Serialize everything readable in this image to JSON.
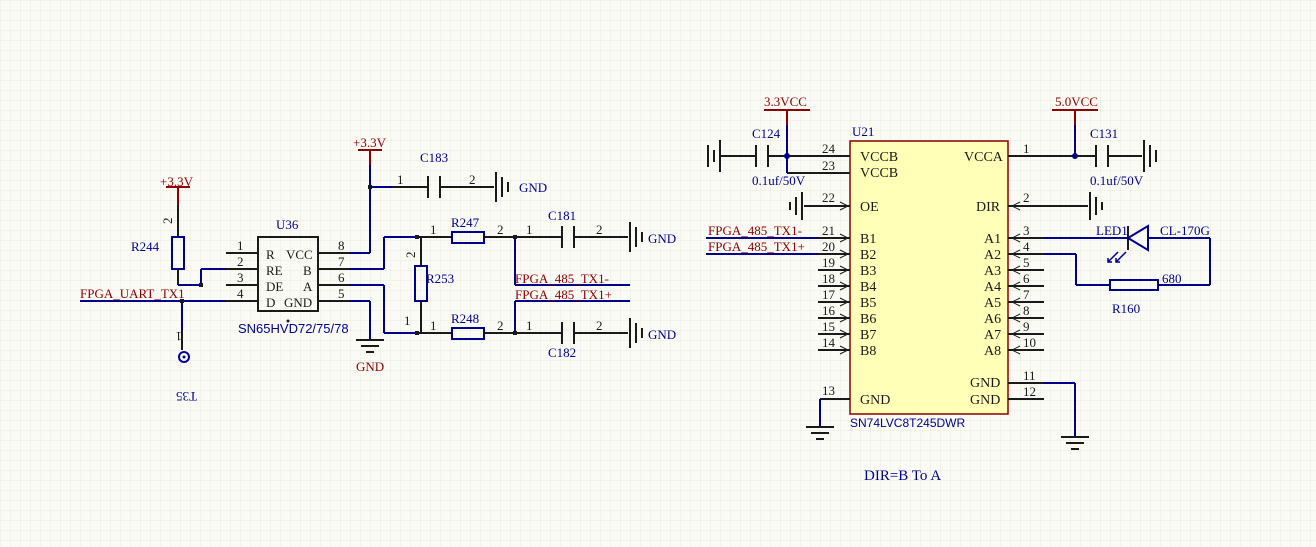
{
  "left_circuit": {
    "power_r244": "+3.3V",
    "power_u36": "+3.3V",
    "r244": {
      "ref": "R244",
      "pin_top": "2"
    },
    "u36": {
      "ref": "U36",
      "part": "SN65HVD72/75/78",
      "pins_left": [
        {
          "num": "1",
          "name": "R"
        },
        {
          "num": "2",
          "name": "RE"
        },
        {
          "num": "3",
          "name": "DE"
        },
        {
          "num": "4",
          "name": "D"
        }
      ],
      "pins_right": [
        {
          "num": "8",
          "name": "VCC"
        },
        {
          "num": "7",
          "name": "B"
        },
        {
          "num": "6",
          "name": "A"
        },
        {
          "num": "5",
          "name": "GND"
        }
      ]
    },
    "net_uart": "FPGA_UART_TX1",
    "tp_ref": "T35",
    "tp_pin": "1",
    "c183": {
      "ref": "C183",
      "pin1": "1",
      "pin2": "2",
      "gnd": "GND"
    },
    "r247": {
      "ref": "R247",
      "pin1": "1",
      "pin2": "2"
    },
    "r248": {
      "ref": "R248",
      "pin1": "1",
      "pin2": "2"
    },
    "r253": {
      "ref": "R253",
      "pin_top": "2",
      "pin_bot": "1"
    },
    "c181": {
      "ref": "C181",
      "pin1": "1",
      "pin2": "2",
      "gnd": "GND"
    },
    "c182": {
      "ref": "C182",
      "pin1": "1",
      "pin2": "2",
      "gnd": "GND"
    },
    "net_tx_minus": "FPGA_485_TX1-",
    "net_tx_plus": "FPGA_485_TX1+",
    "gnd_u36": "GND"
  },
  "right_circuit": {
    "power_vccb": "3.3VCC",
    "power_vcca": "5.0VCC",
    "c124": {
      "ref": "C124",
      "value": "0.1uf/50V"
    },
    "c131": {
      "ref": "C131",
      "value": "0.1uf/50V"
    },
    "u21": {
      "ref": "U21",
      "part": "SN74LVC8T245DWR",
      "left_pins": [
        {
          "num": "24",
          "name": "VCCB"
        },
        {
          "num": "23",
          "name": "VCCB"
        },
        {
          "num": "22",
          "name": "OE"
        },
        {
          "num": "21",
          "name": "B1"
        },
        {
          "num": "20",
          "name": "B2"
        },
        {
          "num": "19",
          "name": "B3"
        },
        {
          "num": "18",
          "name": "B4"
        },
        {
          "num": "17",
          "name": "B5"
        },
        {
          "num": "16",
          "name": "B6"
        },
        {
          "num": "15",
          "name": "B7"
        },
        {
          "num": "14",
          "name": "B8"
        },
        {
          "num": "13",
          "name": "GND"
        }
      ],
      "right_pins": [
        {
          "num": "1",
          "name": "VCCA"
        },
        {
          "num": "2",
          "name": "DIR"
        },
        {
          "num": "3",
          "name": "A1"
        },
        {
          "num": "4",
          "name": "A2"
        },
        {
          "num": "5",
          "name": "A3"
        },
        {
          "num": "6",
          "name": "A4"
        },
        {
          "num": "7",
          "name": "A5"
        },
        {
          "num": "8",
          "name": "A6"
        },
        {
          "num": "9",
          "name": "A7"
        },
        {
          "num": "10",
          "name": "A8"
        },
        {
          "num": "11",
          "name": "GND"
        },
        {
          "num": "12",
          "name": "GND"
        }
      ]
    },
    "net_b1": "FPGA_485_TX1-",
    "net_b2": "FPGA_485_TX1+",
    "led": {
      "ref": "LED1",
      "value": "CL-170G"
    },
    "r160": {
      "ref": "R160",
      "value": "680"
    },
    "note": "DIR=B To  A"
  }
}
